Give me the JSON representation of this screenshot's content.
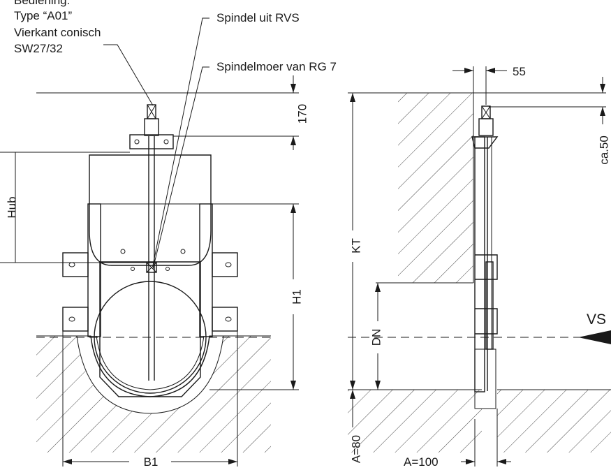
{
  "labels": {
    "bediening_line1": "Bediening:",
    "bediening_line2": "Type “A01”",
    "bediening_line3": "Vierkant conisch",
    "bediening_line4": "SW27/32",
    "spindel": "Spindel uit RVS",
    "spindelmoer": "Spindelmoer van RG 7",
    "dim_55": "55",
    "dim_170": "170",
    "dim_ca50": "ca.50",
    "hub": "Hub",
    "kt": "KT",
    "h1": "H1",
    "dn": "DN",
    "vs": "VS",
    "a80": "A=80",
    "a100": "A=100",
    "b1": "B1"
  }
}
